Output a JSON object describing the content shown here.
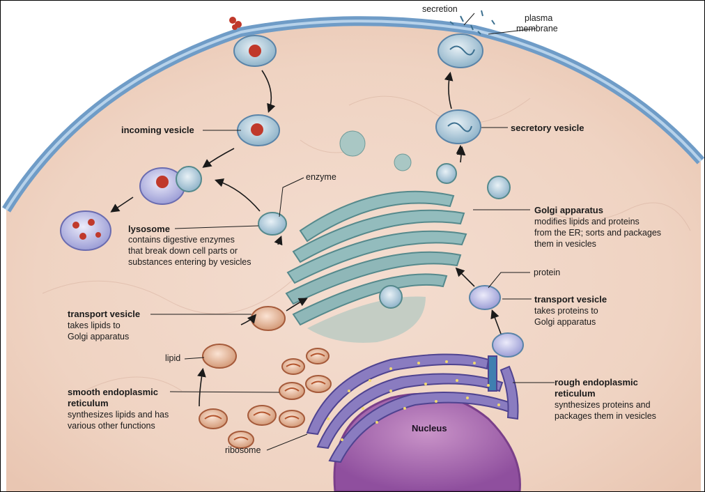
{
  "labels": {
    "secretion": "secretion",
    "plasma_membrane_1": "plasma",
    "plasma_membrane_2": "membrane",
    "incoming_vesicle": "incoming vesicle",
    "secretory_vesicle": "secretory vesicle",
    "enzyme": "enzyme",
    "golgi_title": "Golgi apparatus",
    "golgi_desc": [
      "modifies lipids and proteins",
      "from the ER; sorts and packages",
      "them in vesicles"
    ],
    "lysosome_title": "lysosome",
    "lysosome_desc": [
      "contains digestive enzymes",
      "that break down cell parts or",
      "substances entering by vesicles"
    ],
    "protein": "protein",
    "transport_vesicle_right_title": "transport vesicle",
    "transport_vesicle_right_desc": [
      "takes proteins to",
      "Golgi apparatus"
    ],
    "transport_vesicle_left_title": "transport vesicle",
    "transport_vesicle_left_desc": [
      "takes lipids to",
      "Golgi apparatus"
    ],
    "lipid": "lipid",
    "smooth_er_title": [
      "smooth endoplasmic",
      "reticulum"
    ],
    "smooth_er_desc": [
      "synthesizes lipids and has",
      "various other functions"
    ],
    "rough_er_title": [
      "rough endoplasmic",
      "reticulum"
    ],
    "rough_er_desc": [
      "synthesizes proteins and",
      "packages them in vesicles"
    ],
    "ribosome": "ribosome",
    "nucleus": "Nucleus"
  },
  "colors": {
    "cytoplasm": "#f0d6c4",
    "membrane": "#6f9cc7",
    "golgi": "#7aa7a8",
    "smooth_er": "#d48a5e",
    "rough_er": "#6b5ea8",
    "nucleus": "#a569b0",
    "lysosome": "#b5b6e0",
    "vesicle_content": "#c0392b"
  }
}
